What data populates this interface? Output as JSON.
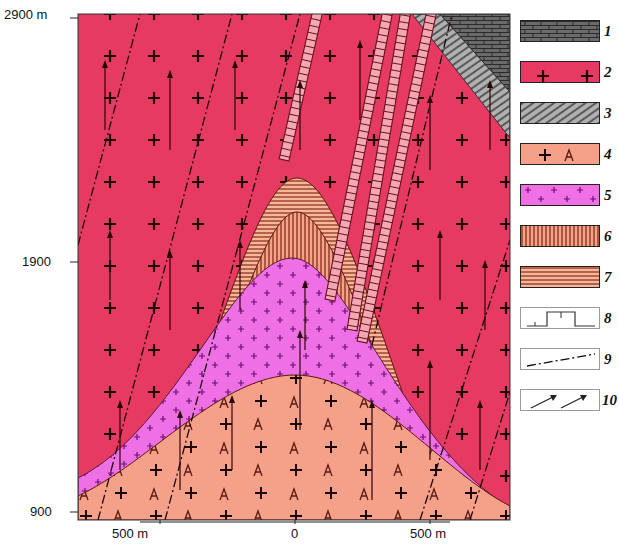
{
  "diagram": {
    "labels": [
      "2900 m",
      "1900",
      "900",
      "500 m",
      "0",
      "500 m"
    ],
    "legend": [
      {
        "text": "1"
      },
      {
        "text": "2",
        "color": "#e63a62"
      },
      {
        "text": "3"
      },
      {
        "text": "4",
        "color": "#f5a088"
      },
      {
        "text": "5",
        "color": "#ee70e4"
      },
      {
        "text": "6"
      },
      {
        "text": "7"
      },
      {
        "text": "8"
      },
      {
        "text": "9"
      },
      {
        "text": "10"
      }
    ]
  }
}
